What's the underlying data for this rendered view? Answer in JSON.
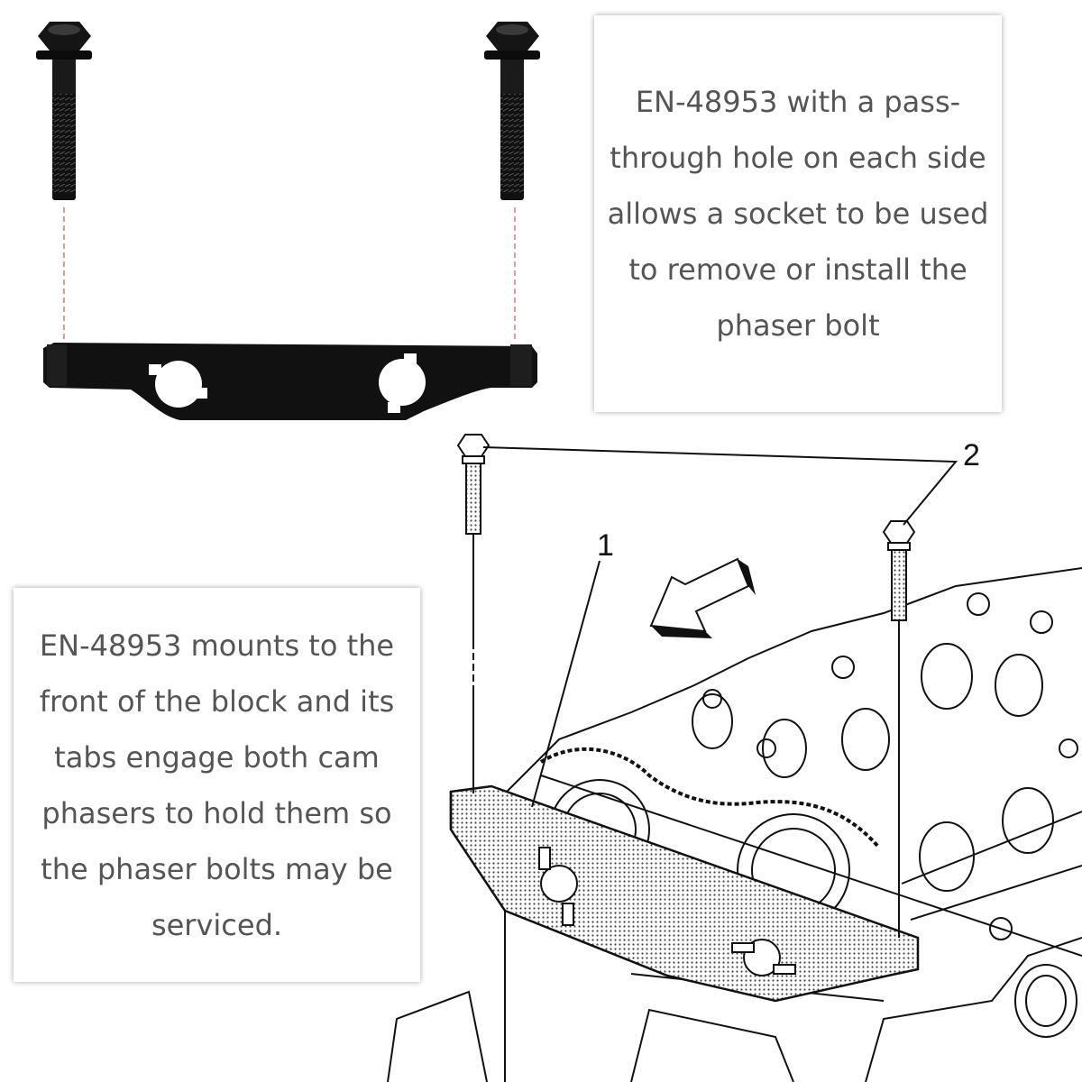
{
  "callouts": {
    "top_text": "EN-48953 with a pass-through hole on each side allows a socket to be used to remove or install the phaser bolt",
    "bottom_text": "EN-48953 mounts to the front of the block and its tabs engage both cam phasers to hold them so the phaser bolts may be serviced."
  },
  "diagram_labels": {
    "tool_label": "1",
    "bolt_label": "2"
  },
  "colors": {
    "tool_black": "#111111",
    "guide_line": "#c06060",
    "text": "#555555"
  }
}
